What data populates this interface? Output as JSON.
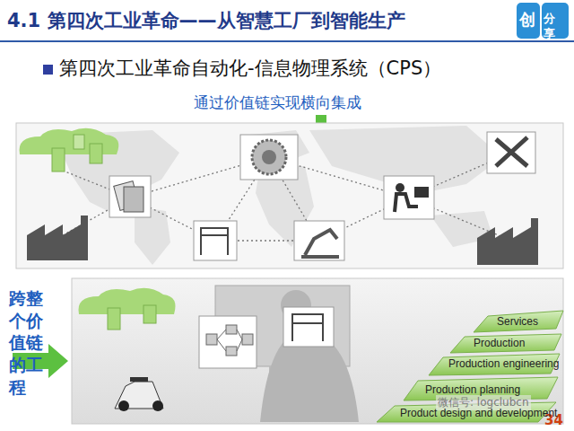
{
  "diagram": {
    "title": "4.1 第四次工业革命——从智慧工厂到智能生产",
    "nodes": [
      {
        "text": [
          "Services"
        ]
      },
      {
        "text": [
          "Production"
        ]
      },
      {
        "text": [
          "Production engineering"
        ]
      },
      {
        "text": [
          "Production planning"
        ]
      },
      {
        "text": [
          "Product design and development"
        ]
      }
    ],
    "labels": [
      "创",
      "分享",
      "第四次工业革命自动化-信息物理系统（CPS）",
      "通过价值链实现横向集成",
      "跨整个价值链的工程",
      "微信号: logclubcn",
      "34"
    ]
  }
}
